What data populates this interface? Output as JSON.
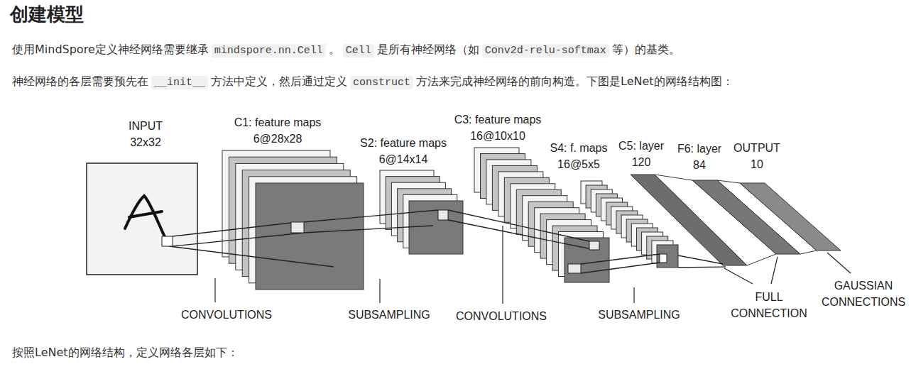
{
  "diagram": {
    "title": "创建模型",
    "labels": [
      "使用MindSpore定义神经网络需要继承",
      "mindspore.nn.Cell",
      "。",
      "Cell",
      "是所有神经网络（如",
      "Conv2d-relu-softmax",
      "等）的基类。",
      "神经网络的各层需要预先在",
      "__init__",
      "方法中定义，然后通过定义",
      "construct",
      "方法来完成神经网络的前向构造。下图是LeNet的网络结构图：",
      "INPUT 32x32",
      "C1: feature maps 6@28x28",
      "S2: feature maps 6@14x14",
      "C3: feature maps 16@10x10",
      "S4: f. maps 16@5x5",
      "C5: layer 120",
      "F6: layer 84",
      "OUTPUT 10",
      "CONVOLUTIONS",
      "SUBSAMPLING",
      "CONVOLUTIONS",
      "SUBSAMPLING",
      "FULL CONNECTION",
      "GAUSSIAN CONNECTIONS",
      "按照LeNet的网络结构，定义网络各层如下："
    ]
  }
}
